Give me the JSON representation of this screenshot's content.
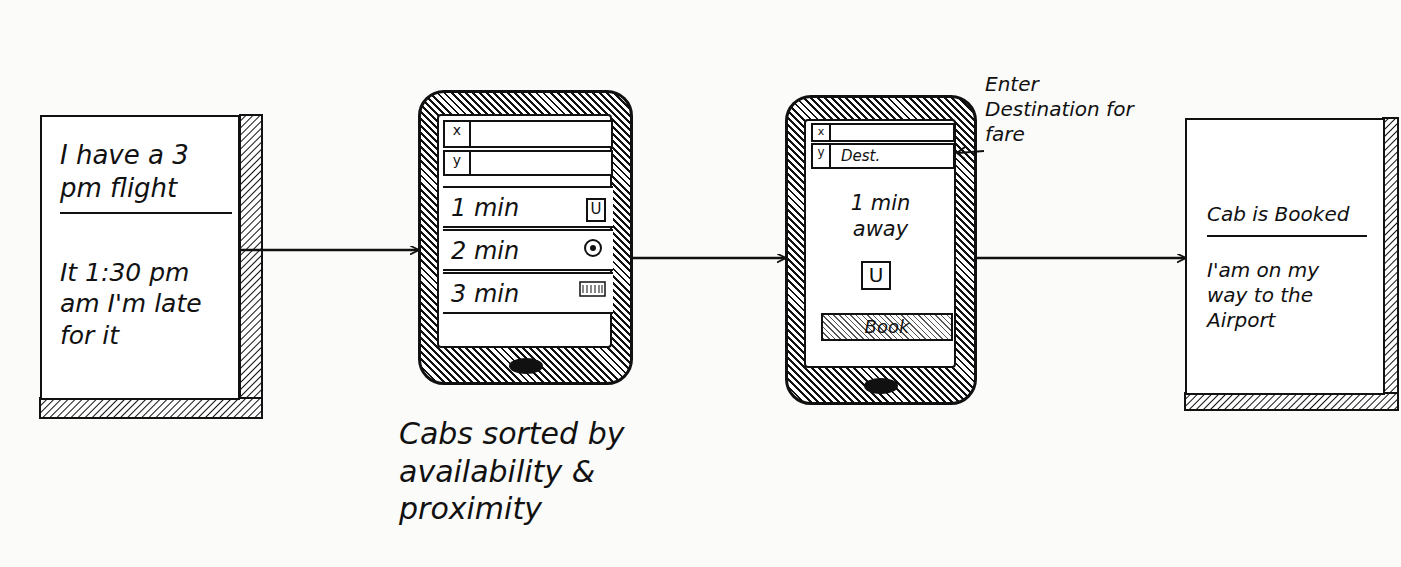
{
  "diagram": {
    "nodes": [
      {
        "text": [
          "I have a 3 pm flight",
          "It 1:30 pm am I'm late for it"
        ]
      },
      {
        "text": [
          "Cabs sorted by availability & proximity"
        ]
      },
      {
        "text": [
          "x"
        ],
        "in": 1
      },
      {
        "text": [
          "y"
        ],
        "in": 1
      },
      {
        "text": [
          "1 min"
        ],
        "in": 1
      },
      {
        "text": [
          "U"
        ],
        "in": 4
      },
      {
        "text": [
          "2 min"
        ],
        "in": 1
      },
      {
        "text": [
          "3 min"
        ],
        "in": 1
      },
      {
        "text": [
          "1 min away"
        ]
      },
      {
        "text": [
          "x"
        ],
        "in": 8
      },
      {
        "text": [
          "y",
          "Dest."
        ],
        "in": 8
      },
      {
        "text": [
          "U"
        ],
        "in": 8
      },
      {
        "text": [
          "Book"
        ],
        "in": 8
      },
      {
        "text": [
          "Cab is Booked",
          "I'am on my way to the Airport"
        ]
      }
    ],
    "edges": [
      {
        "from": 0,
        "to": 1,
        "arrow": "to"
      },
      {
        "from": 1,
        "to": 8,
        "arrow": "to"
      },
      {
        "from": 8,
        "to": 13,
        "arrow": "to"
      }
    ],
    "labels": [
      "Enter Destination for fare"
    ]
  }
}
